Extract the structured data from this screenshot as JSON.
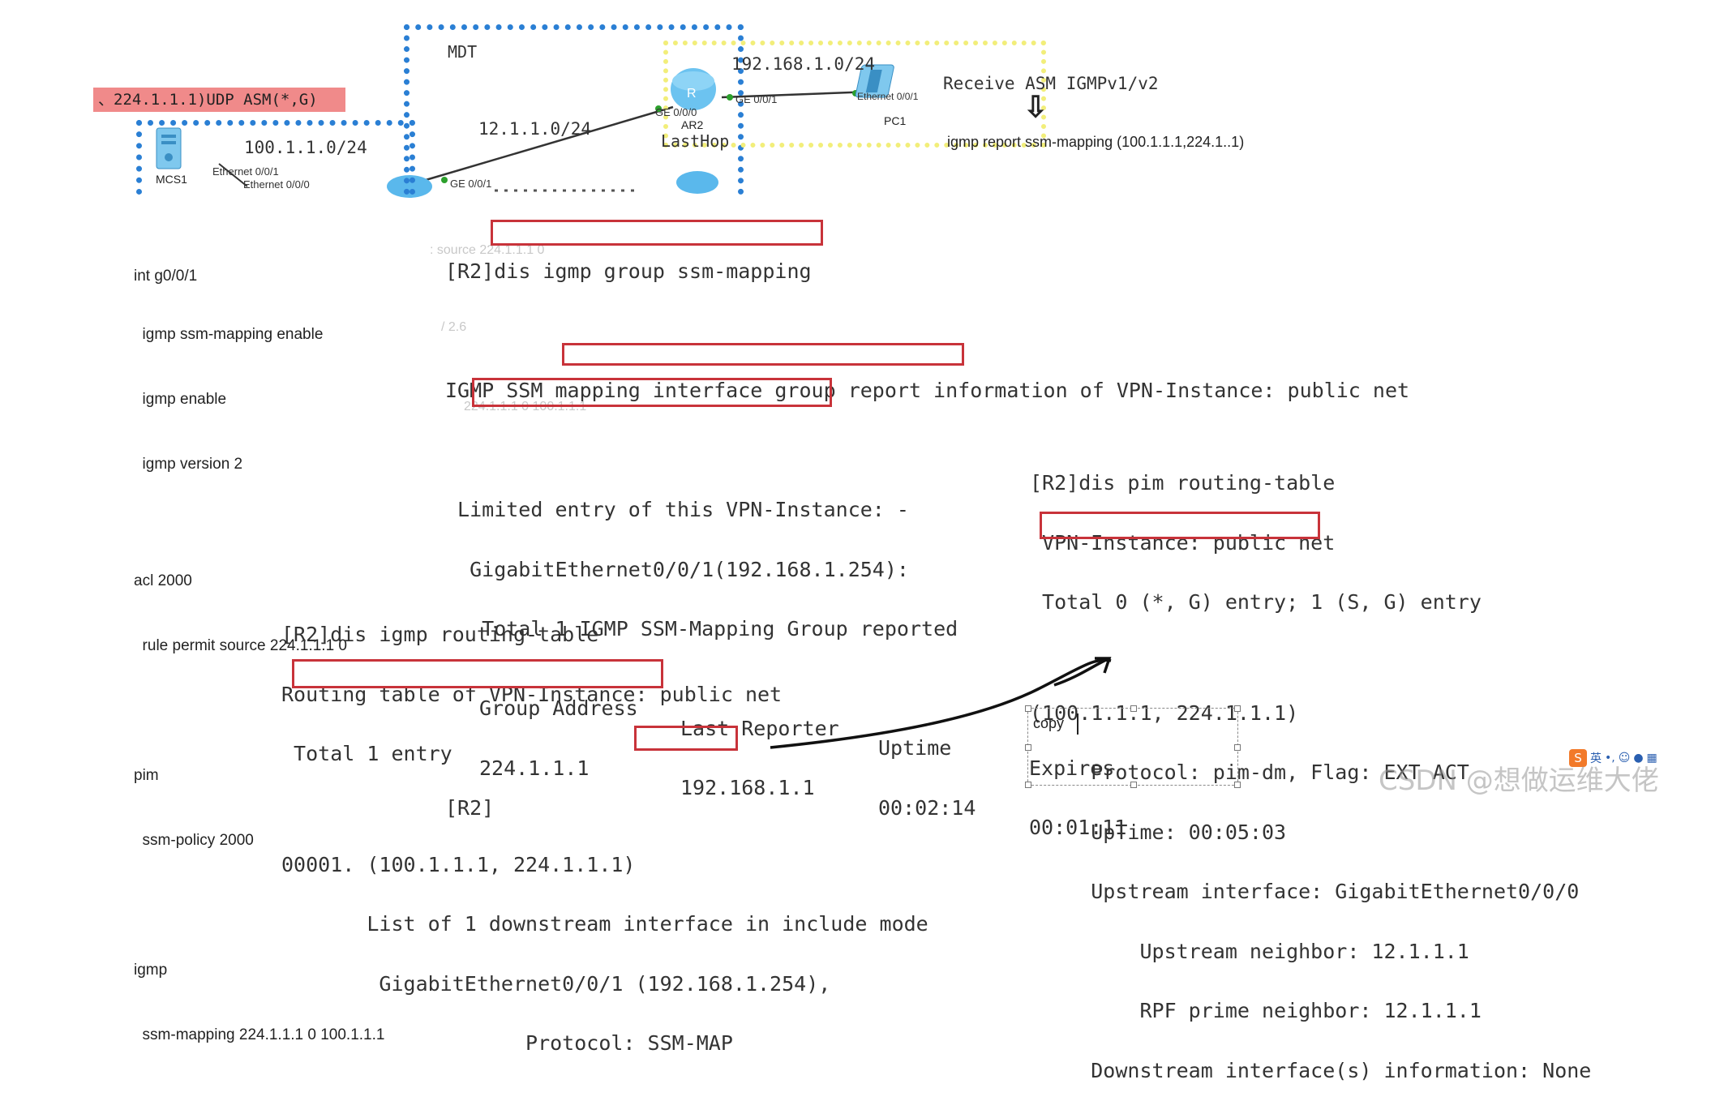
{
  "banner": {
    "text": "、224.1.1.1)UDP ASM(*,G)"
  },
  "topology": {
    "mdt_label": "MDT",
    "net_100": "100.1.1.0/24",
    "net_12": "12.1.1.0/24",
    "net_192": "192.168.1.0/24",
    "mcs1_label": "MCS1",
    "mcs1_port1": "Ethernet 0/0/1",
    "mcs1_port2": "Ethernet 0/0/0",
    "r1_port": "GE 0/0/1",
    "ar2_label": "AR2",
    "ar2_port_left": "GE 0/0/0",
    "ar2_port_right": "GE 0/0/1",
    "lasthop_label": "LastHop",
    "pc1_label": "PC1",
    "pc1_port": "Ethernet 0/0/1",
    "receive_label": "Receive ASM IGMPv1/v2",
    "down_arrow": "⇩",
    "report_label": "igmp report ssm-mapping (100.1.1.1,224.1..1)"
  },
  "config": {
    "lines": [
      "int g0/0/1",
      "  igmp ssm-mapping enable",
      "  igmp enable",
      "  igmp version 2",
      "",
      "acl 2000",
      "  rule permit source 224.1.1.1 0",
      "",
      "pim",
      "  ssm-policy 2000",
      "",
      "igmp",
      "  ssm-mapping 224.1.1.1 0 100.1.1.1"
    ]
  },
  "term_igmp_group": {
    "prompt": "[R2]",
    "command": "dis igmp group ssm-mapping",
    "ghost1": ": source 224.1.1.1 0",
    "header": "IGMP SSM mapping interface group report information of VPN-Instance: public net",
    "limited": " Limited entry of this VPN-Instance: -",
    "interface": "  GigabitEthernet0/0/1(192.168.1.254):",
    "total_prefix": "   Total 1 ",
    "total_boxed": "IGMP SSM-Mapping Group reported",
    "col_group": "Group Address",
    "col_reporter": "Last Reporter",
    "col_uptime": "Uptime",
    "col_expires": "Expires",
    "group": "224.1.1.1",
    "reporter": "192.168.1.1",
    "uptime": "00:02:14",
    "expires": "00:01:11",
    "end_prompt": "[R2]",
    "ghost2": "224.1.1.1 0 100.1.1.1",
    "ghost3": "/ 2.6"
  },
  "term_pim": {
    "line1": "[R2]dis pim routing-table",
    "line2": " VPN-Instance: public net",
    "line3": " Total 0 (*, G) entry; 1 (S, G) entry",
    "entry": "(100.1.1.1, 224.1.1.1)",
    "protocol": "     Protocol: pim-dm, Flag: EXT ACT",
    "uptime": "     UpTime: 00:05:03",
    "upstream": "     Upstream interface: GigabitEthernet0/0/0",
    "neighbor": "         Upstream neighbor: 12.1.1.1",
    "rpf": "         RPF prime neighbor: 12.1.1.1",
    "downstream": "     Downstream interface(s) information: None"
  },
  "term_igmp_routing": {
    "line1": "[R2]dis igmp routing-table",
    "line2": "Routing table of VPN-Instance: public net",
    "line3": " Total 1 entry",
    "entry": "00001. (100.1.1.1, 224.1.1.1)",
    "list": "       List of 1 downstream interface in include mode",
    "iface": "        GigabitEthernet0/0/1 (192.168.1.254),",
    "protocol_prefix": "                    Protocol: ",
    "protocol_boxed": "SSM-MAP"
  },
  "textbox": {
    "text": "copy"
  },
  "watermark": {
    "text": "CSDN @想做运维大佬"
  },
  "colors": {
    "red": "#c8333a",
    "blue": "#2a7fd4",
    "yellow": "#f2ee7a",
    "banner": "#f08a8a"
  }
}
